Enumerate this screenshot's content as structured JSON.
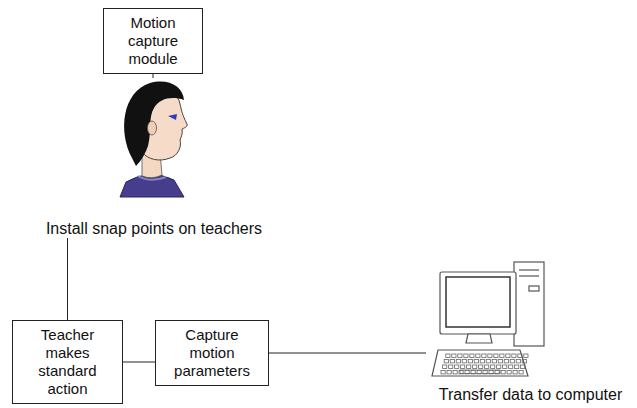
{
  "diagram": {
    "nodes": [
      {
        "text": [
          "Motion capture module"
        ]
      },
      {
        "text": [
          "Install snap points on teachers"
        ]
      },
      {
        "text": [
          "Teacher makes standard action"
        ]
      },
      {
        "text": [
          "Capture motion parameters"
        ]
      },
      {
        "text": [
          "Transfer data to computer"
        ]
      }
    ],
    "edges": [
      {
        "from": 0,
        "to": 1,
        "arrow": "none"
      },
      {
        "from": 1,
        "to": 2,
        "arrow": "none"
      },
      {
        "from": 2,
        "to": 3,
        "arrow": "none"
      },
      {
        "from": 3,
        "to": 4,
        "arrow": "none"
      }
    ]
  }
}
